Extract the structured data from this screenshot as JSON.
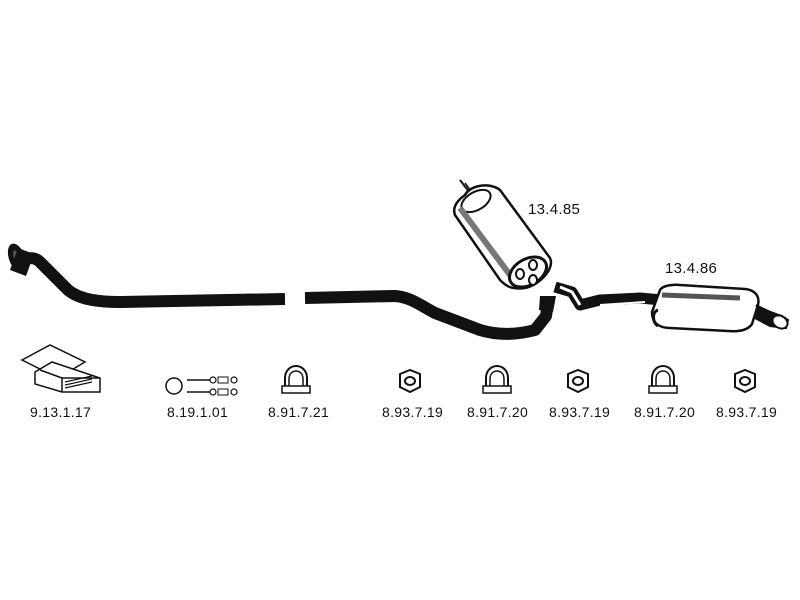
{
  "pipes": {
    "front_pipe": {
      "code": ""
    },
    "middle_pipe": {
      "code": ""
    }
  },
  "mufflers": {
    "middle": {
      "code": "13.4.85"
    },
    "rear": {
      "code": "13.4.86"
    }
  },
  "parts": [
    {
      "code": "9.13.1.17",
      "icon": "mounting-kit-box-icon"
    },
    {
      "code": "8.19.1.01",
      "icon": "rubber-hanger-set-icon"
    },
    {
      "code": "8.91.7.21",
      "icon": "pipe-clamp-icon"
    },
    {
      "code": "8.93.7.19",
      "icon": "hex-nut-icon"
    },
    {
      "code": "8.91.7.20",
      "icon": "pipe-clamp-icon"
    },
    {
      "code": "8.93.7.19",
      "icon": "hex-nut-icon"
    },
    {
      "code": "8.91.7.20",
      "icon": "pipe-clamp-icon"
    },
    {
      "code": "8.93.7.19",
      "icon": "hex-nut-icon"
    }
  ],
  "colors": {
    "line": "#111111",
    "background": "#ffffff"
  }
}
